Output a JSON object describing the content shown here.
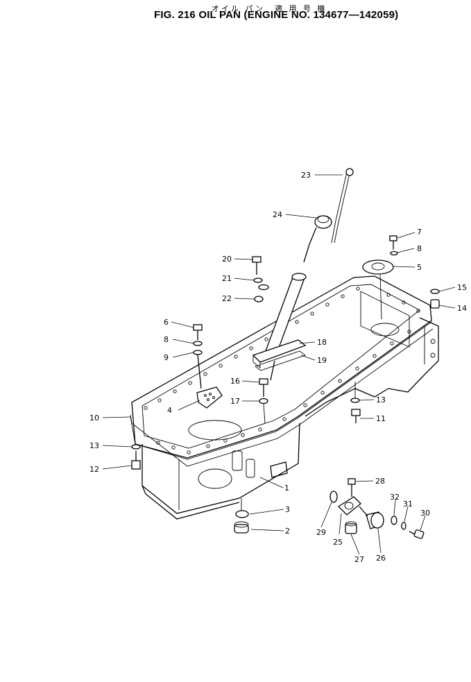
{
  "header": {
    "subtitle_jp": "オイル パン　適 用 号 機",
    "title": "FIG. 216  OIL PAN (ENGINE NO. 134677—142059)"
  },
  "callouts": [
    {
      "id": "c1",
      "text": "1"
    },
    {
      "id": "c2",
      "text": "2"
    },
    {
      "id": "c3",
      "text": "3"
    },
    {
      "id": "c4",
      "text": "4"
    },
    {
      "id": "c5",
      "text": "5"
    },
    {
      "id": "c6",
      "text": "6"
    },
    {
      "id": "c7",
      "text": "7"
    },
    {
      "id": "c8a",
      "text": "8"
    },
    {
      "id": "c8b",
      "text": "8"
    },
    {
      "id": "c9",
      "text": "9"
    },
    {
      "id": "c10",
      "text": "10"
    },
    {
      "id": "c11",
      "text": "11"
    },
    {
      "id": "c12",
      "text": "12"
    },
    {
      "id": "c13a",
      "text": "13"
    },
    {
      "id": "c13b",
      "text": "13"
    },
    {
      "id": "c14",
      "text": "14"
    },
    {
      "id": "c15",
      "text": "15"
    },
    {
      "id": "c16",
      "text": "16"
    },
    {
      "id": "c17",
      "text": "17"
    },
    {
      "id": "c18",
      "text": "18"
    },
    {
      "id": "c19",
      "text": "19"
    },
    {
      "id": "c20",
      "text": "20"
    },
    {
      "id": "c21",
      "text": "21"
    },
    {
      "id": "c22",
      "text": "22"
    },
    {
      "id": "c23",
      "text": "23"
    },
    {
      "id": "c24",
      "text": "24"
    },
    {
      "id": "c25",
      "text": "25"
    },
    {
      "id": "c26",
      "text": "26"
    },
    {
      "id": "c27",
      "text": "27"
    },
    {
      "id": "c28",
      "text": "28"
    },
    {
      "id": "c29",
      "text": "29"
    },
    {
      "id": "c30",
      "text": "30"
    },
    {
      "id": "c31",
      "text": "31"
    },
    {
      "id": "c32",
      "text": "32"
    }
  ]
}
